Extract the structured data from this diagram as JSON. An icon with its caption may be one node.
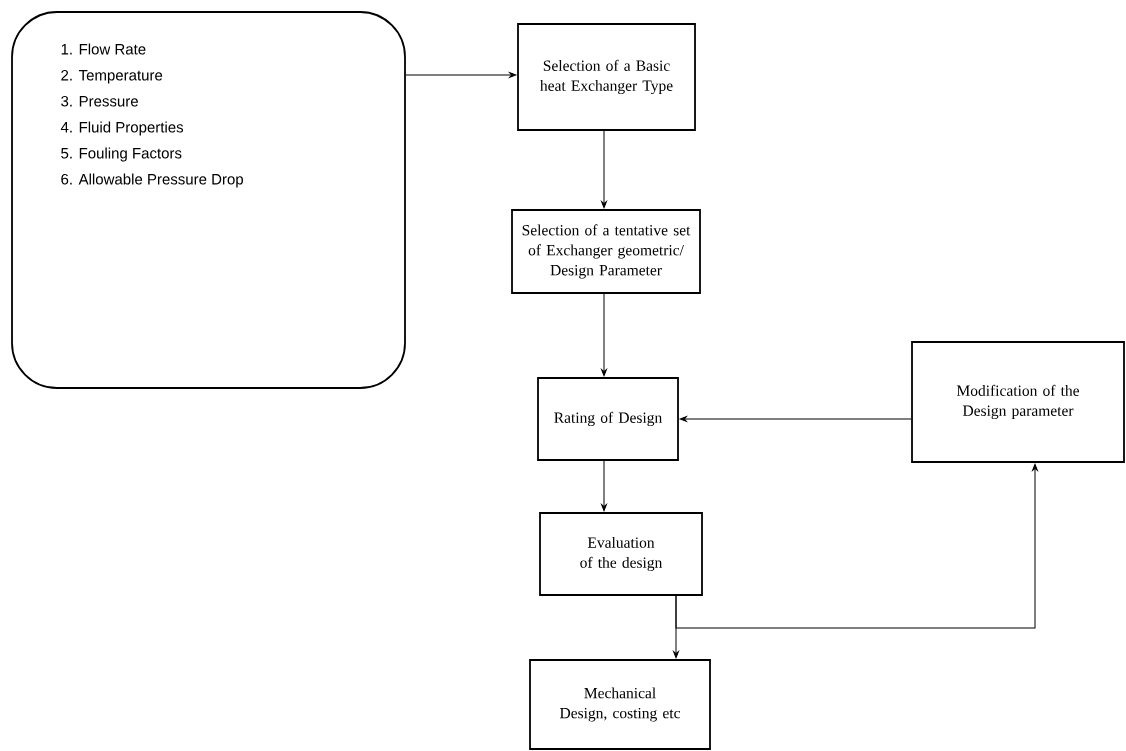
{
  "diagram": {
    "nodes": [
      {
        "text": [
          "1. Flow Rate",
          "2. Temperature",
          "3. Pressure",
          "4. Fluid Properties",
          "5. Fouling Factors",
          "6. Allowable Pressure Drop"
        ]
      },
      {
        "text": [
          "Selection of a Basic heat Exchanger Type"
        ]
      },
      {
        "text": [
          "Selection of a tentative set of Exchanger geometric/ Design Parameter"
        ]
      },
      {
        "text": [
          "Rating of Design"
        ]
      },
      {
        "text": [
          "Modification of the Design parameter"
        ]
      },
      {
        "text": [
          "Evaluation of the design"
        ]
      },
      {
        "text": [
          "Mechanical Design, costing etc"
        ]
      }
    ],
    "edges": [
      {
        "from": 0,
        "to": 1,
        "arrow": "to"
      },
      {
        "from": 1,
        "to": 2,
        "arrow": "to"
      },
      {
        "from": 2,
        "to": 3,
        "arrow": "to"
      },
      {
        "from": 4,
        "to": 3,
        "arrow": "to"
      },
      {
        "from": 3,
        "to": 5,
        "arrow": "to"
      },
      {
        "from": 5,
        "to": 6,
        "arrow": "to"
      },
      {
        "from": 5,
        "to": 4,
        "arrow": "to"
      }
    ]
  }
}
